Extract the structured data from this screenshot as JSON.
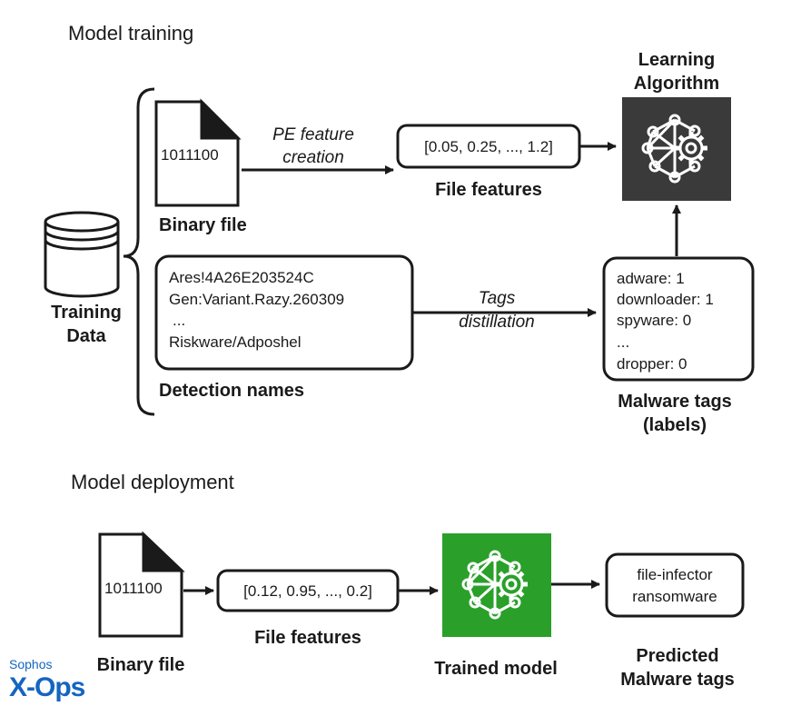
{
  "training": {
    "section_title": "Model training",
    "training_data_label": [
      "Training",
      "Data"
    ],
    "binary_file": {
      "content": "1011100",
      "label": "Binary file"
    },
    "pe_feature_creation": [
      "PE feature",
      "creation"
    ],
    "file_features": {
      "vector": "[0.05, 0.25, ..., 1.2]",
      "label": "File features"
    },
    "learning_algorithm_label": [
      "Learning",
      "Algorithm"
    ],
    "detection_names": {
      "lines": [
        "Ares!4A26E203524C",
        "Gen:Variant.Razy.260309",
        "...",
        "Riskware/Adposhel"
      ],
      "label": "Detection names"
    },
    "tags_distillation": [
      "Tags",
      "distillation"
    ],
    "malware_tags": {
      "lines": [
        "adware: 1",
        "downloader: 1",
        "spyware: 0",
        "...",
        "dropper: 0"
      ],
      "label": [
        "Malware tags",
        "(labels)"
      ]
    }
  },
  "deployment": {
    "section_title": "Model deployment",
    "binary_file": {
      "content": "1011100",
      "label": "Binary file"
    },
    "file_features": {
      "vector": "[0.12, 0.95, ..., 0.2]",
      "label": "File features"
    },
    "trained_model_label": "Trained model",
    "predicted_tags": {
      "lines": [
        "file-infector",
        "ransomware"
      ],
      "label": [
        "Predicted",
        "Malware tags"
      ]
    }
  },
  "logo": {
    "small": "Sophos",
    "big": "X-Ops"
  },
  "colors": {
    "learning_algorithm_bg": "#3a3a3a",
    "trained_model_bg": "#2aa02a",
    "logo_blue": "#1565c0",
    "ink": "#1a1a1a"
  },
  "icons": {
    "learning_algorithm": "neural-network-gear-icon",
    "trained_model": "neural-network-gear-icon"
  }
}
